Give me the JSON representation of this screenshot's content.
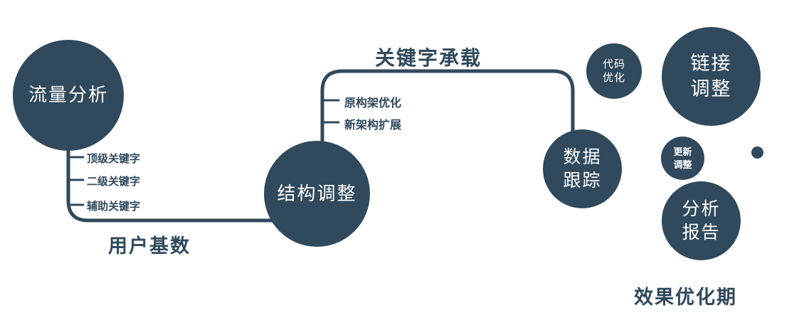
{
  "palette": {
    "primary": "#30495c",
    "node_text": "#ffffff",
    "background": "#ffffff"
  },
  "nodes": {
    "traffic": {
      "label": "流量分析"
    },
    "structure": {
      "label": "结构调整"
    },
    "tracking": {
      "lines": [
        "数据",
        "跟踪"
      ]
    },
    "code": {
      "lines": [
        "代码",
        "优化"
      ]
    },
    "link": {
      "lines": [
        "链接",
        "调整"
      ]
    },
    "update": {
      "lines": [
        "更新",
        "调整"
      ]
    },
    "report": {
      "lines": [
        "分析",
        "报告"
      ]
    }
  },
  "edges": {
    "user_base_label": "用户基数",
    "keyword_label": "关键字承载"
  },
  "branch_labels": {
    "left": [
      "顶级关键字",
      "二级关键字",
      "辅助关键字"
    ],
    "middle": [
      "原构架优化",
      "新架构扩展"
    ]
  },
  "caption": "效果优化期"
}
